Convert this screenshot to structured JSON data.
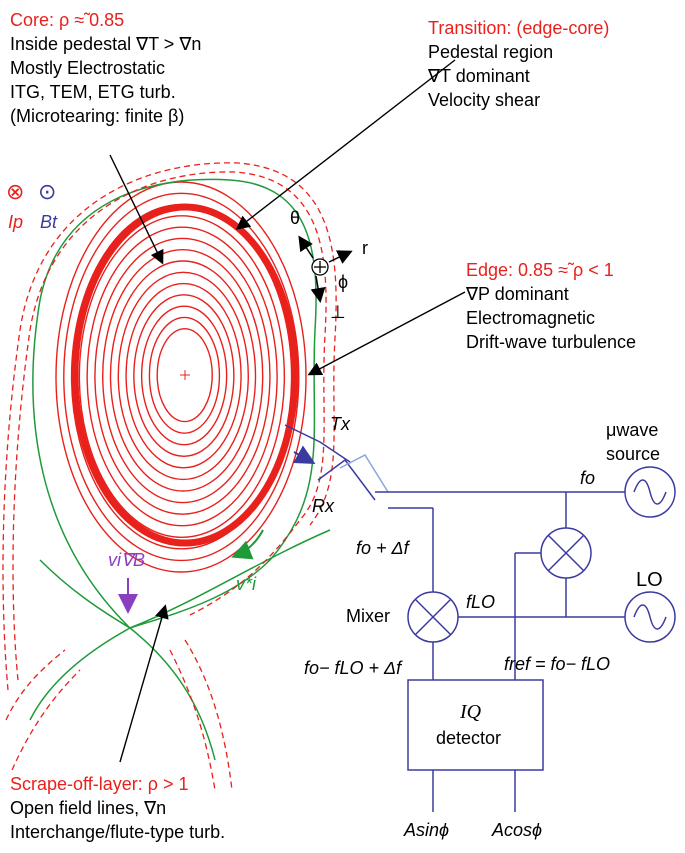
{
  "colors": {
    "red": "#e8211d",
    "green": "#1f9a3a",
    "blue": "#3a3aa0",
    "purple": "#8a3fbf"
  },
  "core": {
    "title": "Core: ρ ≈̃ 0.85",
    "lines": [
      "Inside pedestal  ∇T > ∇n",
      "Mostly Electrostatic",
      "ITG, TEM, ETG  turb.",
      "(Microtearing: finite β)"
    ]
  },
  "transition": {
    "title": "Transition: (edge-core)",
    "lines": [
      "Pedestal region",
      "∇T dominant",
      "Velocity shear"
    ]
  },
  "edge": {
    "title": "Edge:  0.85 ≈̃ ρ < 1",
    "lines": [
      "∇P dominant",
      "Electromagnetic",
      "Drift-wave turbulence"
    ]
  },
  "sol": {
    "title": "Scrape-off-layer: ρ > 1",
    "lines": [
      "Open field lines, ∇n",
      "Interchange/flute-type turb."
    ]
  },
  "symbols": {
    "ip_symbol": "⊗",
    "bt_symbol": "⊙",
    "ip_label": "Ip",
    "bt_label": "Bt",
    "theta": "θ",
    "r": "r",
    "phi": "ϕ",
    "perp": "⊥",
    "grad_b_drift": "vi∇B",
    "diamag": "v*i"
  },
  "circuit": {
    "tx": "Tx",
    "rx": "Rx",
    "source_line1": "μwave",
    "source_line2": "source",
    "fo": "fo",
    "fo_plus_df": "fo + Δf",
    "flo": "fLO",
    "lo": "LO",
    "mixer": "Mixer",
    "if_label": "fo− fLO + Δf",
    "fref": "fref = fo− fLO",
    "iq_line1": "IQ",
    "iq_line2": "detector",
    "out_sin": "Asinϕ",
    "out_cos": "Acosϕ"
  }
}
